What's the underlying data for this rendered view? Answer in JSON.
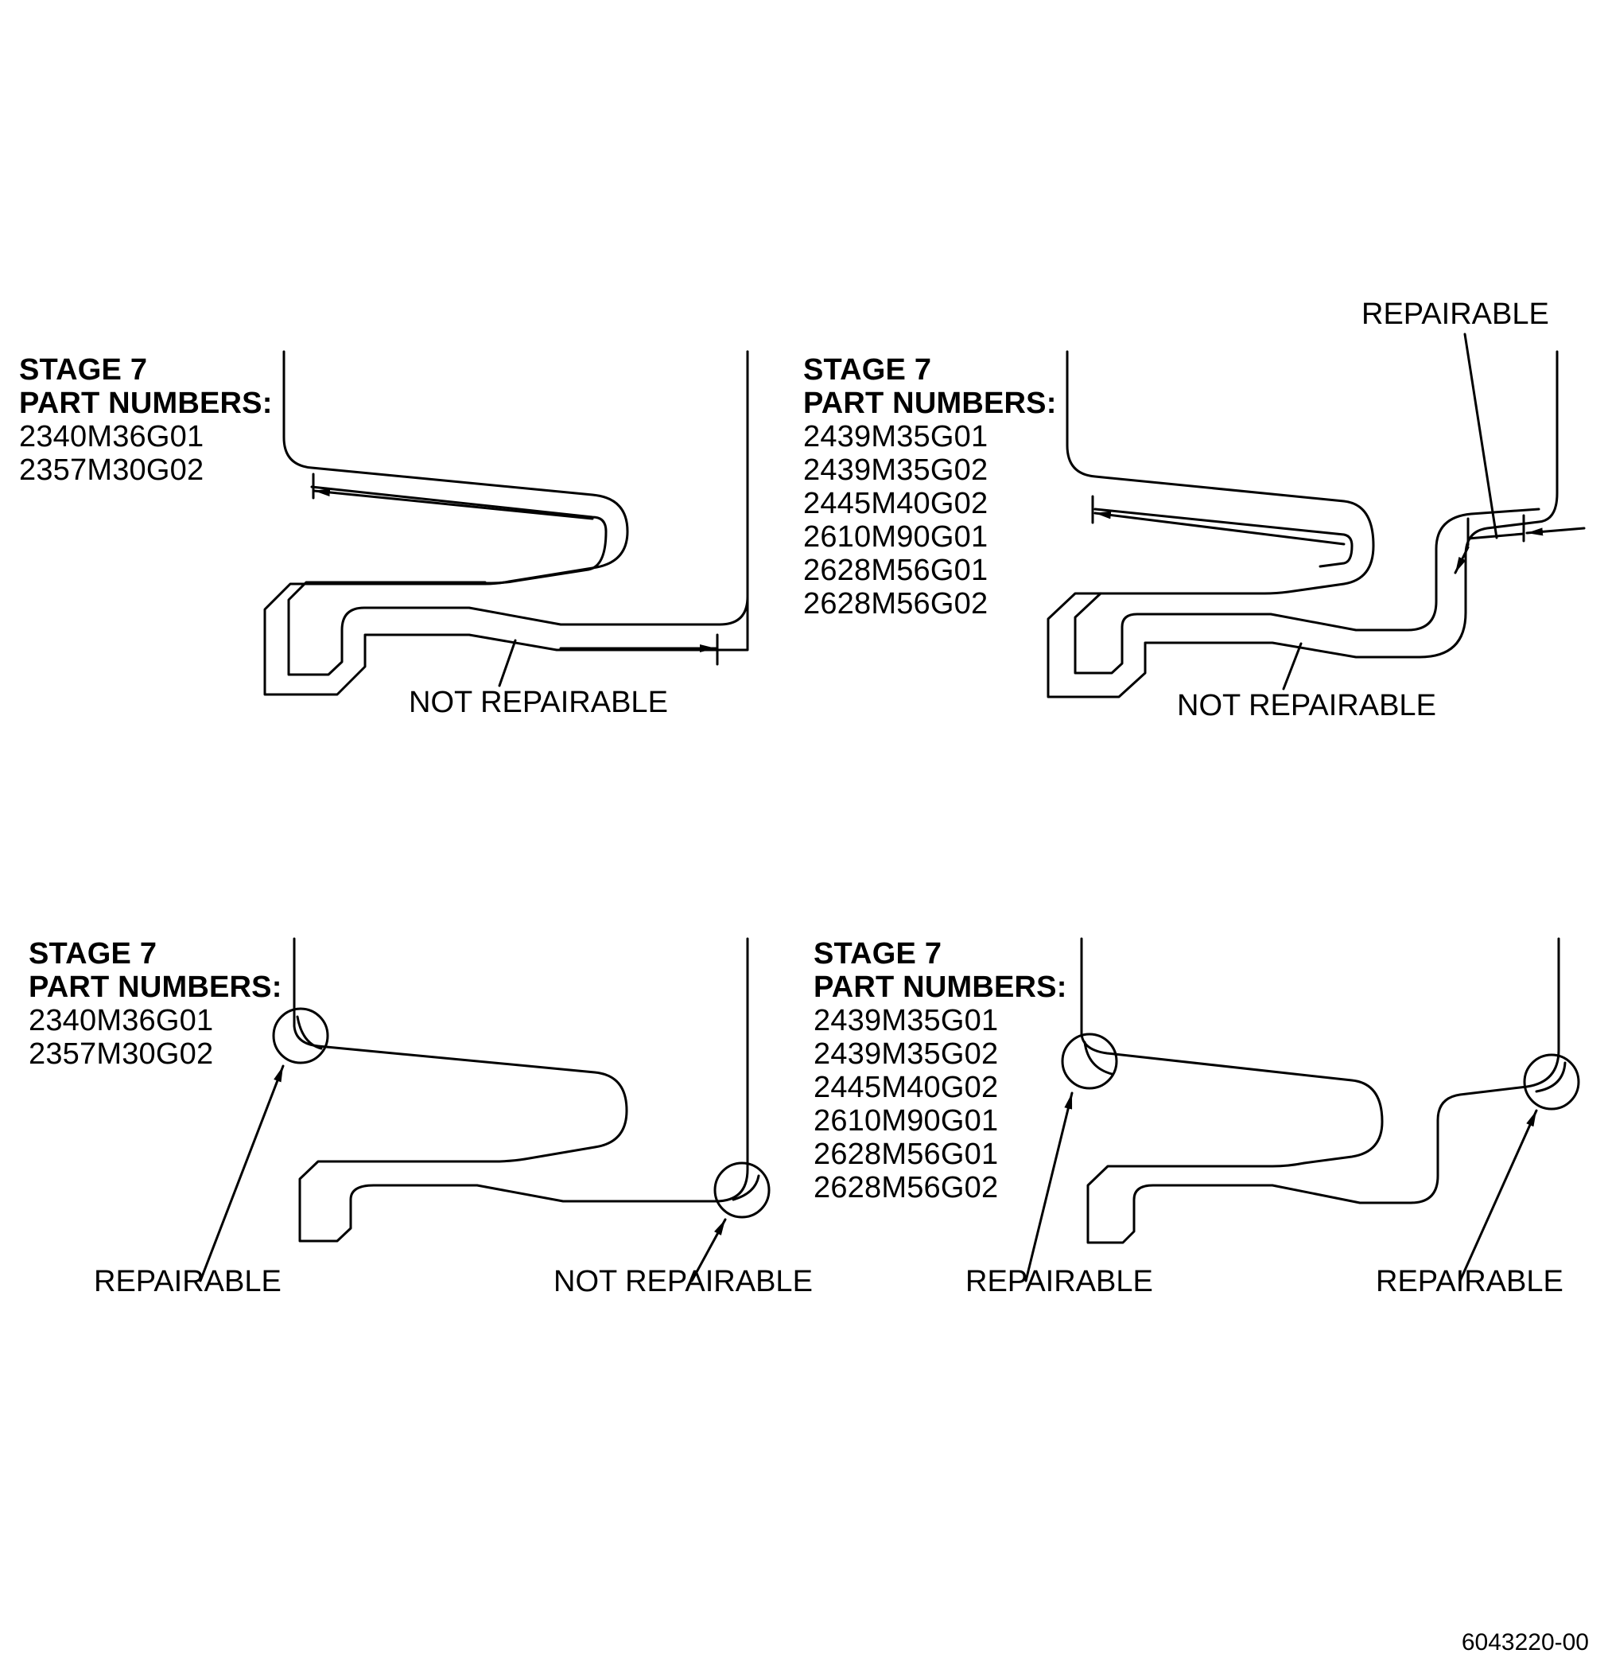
{
  "panels": [
    {
      "stage": "STAGE 7",
      "heading": "PART NUMBERS:",
      "part_numbers": [
        "2340M36G01",
        "2357M30G02"
      ],
      "callouts": [
        "NOT REPAIRABLE"
      ]
    },
    {
      "stage": "STAGE 7",
      "heading": "PART NUMBERS:",
      "part_numbers": [
        "2439M35G01",
        "2439M35G02",
        "2445M40G02",
        "2610M90G01",
        "2628M56G01",
        "2628M56G02"
      ],
      "callouts": [
        "REPAIRABLE",
        "NOT REPAIRABLE"
      ]
    },
    {
      "stage": "STAGE 7",
      "heading": "PART NUMBERS:",
      "part_numbers": [
        "2340M36G01",
        "2357M30G02"
      ],
      "callouts": [
        "REPAIRABLE",
        "NOT REPAIRABLE"
      ]
    },
    {
      "stage": "STAGE 7",
      "heading": "PART NUMBERS:",
      "part_numbers": [
        "2439M35G01",
        "2439M35G02",
        "2445M40G02",
        "2610M90G01",
        "2628M56G01",
        "2628M56G02"
      ],
      "callouts": [
        "REPAIRABLE",
        "REPAIRABLE"
      ]
    }
  ],
  "document_id": "6043220-00",
  "colors": {
    "line": "#000000",
    "background": "#ffffff"
  }
}
